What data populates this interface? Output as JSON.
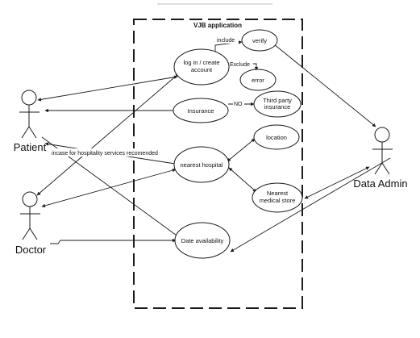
{
  "system": {
    "title": "VJB application"
  },
  "actors": {
    "patient": "Patient",
    "doctor": "Doctor",
    "admin": "Data Admin"
  },
  "use_cases": {
    "login_l1": "log in / create",
    "login_l2": "account",
    "verify": "verify",
    "error": "error",
    "insurance": "Insurance",
    "third_l1": "Third party",
    "third_l2": "insurance",
    "location": "location",
    "nearest_hospital": "nearest hospital",
    "store_l1": "Nearest",
    "store_l2": "medical store",
    "date_availability": "Date availability"
  },
  "relations": {
    "include": "include",
    "exclude": "Exclude",
    "no": "NO",
    "hospitality_note": "incase for hospitality services recomended"
  }
}
